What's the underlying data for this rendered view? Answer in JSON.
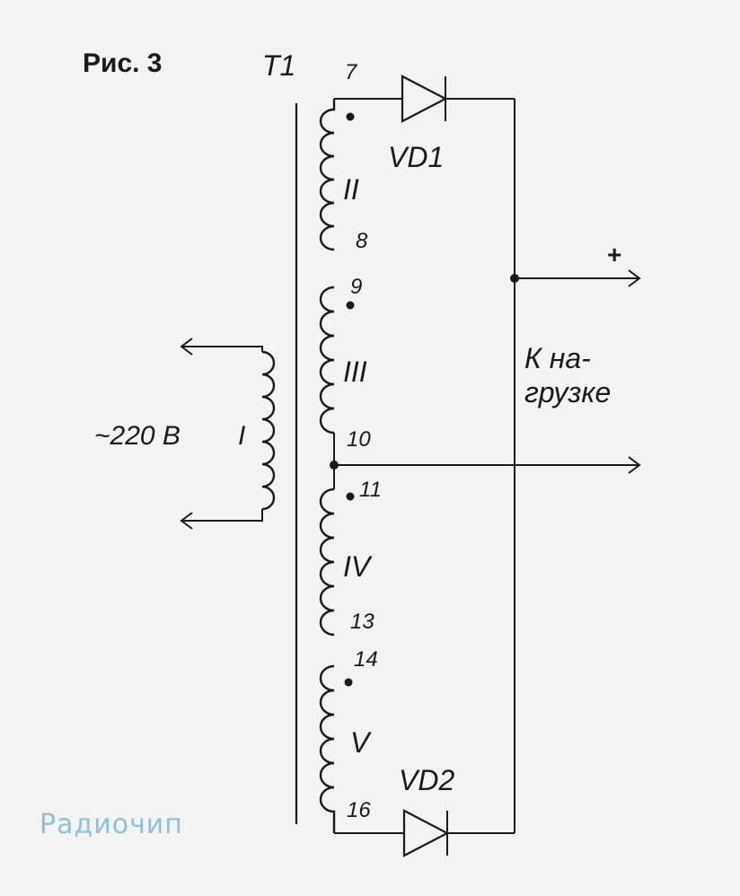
{
  "figure": {
    "caption": "Рис. 3",
    "transformer": "T1"
  },
  "primary": {
    "voltage": "~220 В",
    "winding": "I"
  },
  "windings": [
    {
      "name": "II",
      "start_pin": "7",
      "end_pin": "8"
    },
    {
      "name": "III",
      "start_pin": "9",
      "end_pin": "10"
    },
    {
      "name": "IV",
      "start_pin": "11",
      "end_pin": "13"
    },
    {
      "name": "V",
      "start_pin": "14",
      "end_pin": "16"
    }
  ],
  "diodes": {
    "top": "VD1",
    "bottom": "VD2"
  },
  "output": {
    "plus": "+",
    "label_line1": "К на-",
    "label_line2": "грузке"
  },
  "watermark": "Радиочип",
  "colors": {
    "ink": "#1a1a1a",
    "background": "#f3f3f3",
    "watermark": "#8fc3d1"
  }
}
